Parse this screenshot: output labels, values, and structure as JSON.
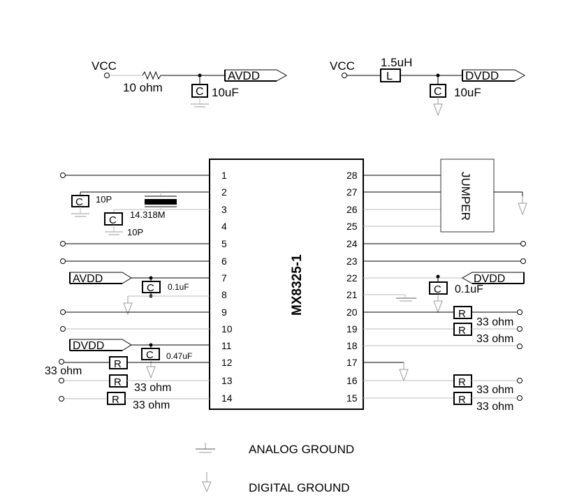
{
  "top_circuits": {
    "analog": {
      "source": "VCC",
      "resistor_value": "10 ohm",
      "cap_symbol": "C",
      "cap_value": "10uF",
      "net": "AVDD"
    },
    "digital": {
      "source": "VCC",
      "inductor_symbol": "L",
      "inductor_value": "1.5uH",
      "cap_symbol": "C",
      "cap_value": "10uF",
      "net": "DVDD"
    }
  },
  "chip": {
    "name": "MX8325-1",
    "left_pins": [
      "1",
      "2",
      "3",
      "4",
      "5",
      "6",
      "7",
      "8",
      "9",
      "10",
      "11",
      "12",
      "13",
      "14"
    ],
    "right_pins": [
      "28",
      "27",
      "26",
      "25",
      "24",
      "23",
      "22",
      "21",
      "20",
      "19",
      "18",
      "17",
      "16",
      "15"
    ]
  },
  "components": {
    "crystal_caps": [
      {
        "symbol": "C",
        "value": "10P"
      },
      {
        "symbol": "C",
        "value": "10P"
      }
    ],
    "crystal_value": "14.318M",
    "avdd_label": "AVDD",
    "avdd_cap": {
      "symbol": "C",
      "value": "0.1uF"
    },
    "dvdd_left_label": "DVDD",
    "dvdd_left_cap": {
      "symbol": "C",
      "value": "0.47uF"
    },
    "left_resistors": [
      {
        "symbol": "R",
        "value": "33 ohm"
      },
      {
        "symbol": "R",
        "value": "33 ohm"
      },
      {
        "symbol": "R",
        "value": "33 ohm"
      }
    ],
    "jumper_label": "JUMPER",
    "dvdd_right_label": "DVDD",
    "dvdd_right_cap": {
      "symbol": "C",
      "value": "0.1uF"
    },
    "right_resistors": [
      {
        "symbol": "R",
        "value": "33 ohm"
      },
      {
        "symbol": "R",
        "value": "33 ohm"
      },
      {
        "symbol": "R",
        "value": "33 ohm"
      },
      {
        "symbol": "R",
        "value": "33 ohm"
      }
    ]
  },
  "legend": {
    "analog_ground": "ANALOG GROUND",
    "digital_ground": "DIGITAL GROUND"
  }
}
